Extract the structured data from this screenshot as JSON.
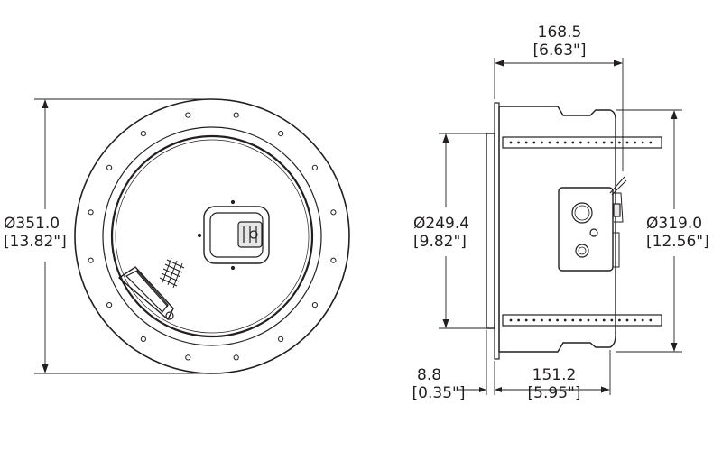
{
  "front_view": {
    "diameter": {
      "mm": "Ø351.0",
      "in": "[13.82\"]"
    }
  },
  "side_view": {
    "width_top": {
      "mm": "168.5",
      "in": "[6.63\"]"
    },
    "diameter_inner": {
      "mm": "Ø249.4",
      "in": "[9.82\"]"
    },
    "diameter_outer": {
      "mm": "Ø319.0",
      "in": "[12.56\"]"
    },
    "flange_thickness": {
      "mm": "8.8",
      "in": "[0.35\"]"
    },
    "depth_bottom": {
      "mm": "151.2",
      "in": "[5.95\"]"
    }
  },
  "colors": {
    "line": "#231f20",
    "fill": "#ffffff",
    "terminal_fill": "#e6e6e6"
  }
}
